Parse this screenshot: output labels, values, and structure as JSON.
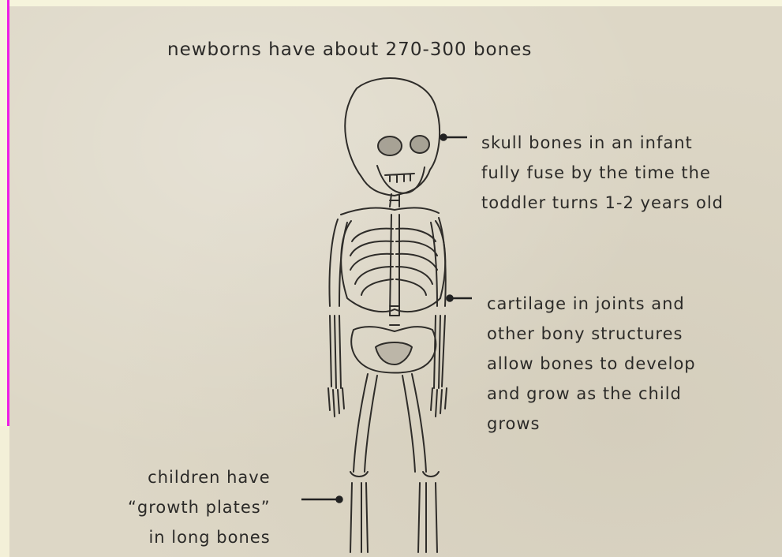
{
  "title": "newborns have about 270-300 bones",
  "annotations": {
    "skull": [
      "skull bones in an infant",
      "fully fuse by the time the",
      "toddler turns 1-2 years old"
    ],
    "cartilage": [
      "cartilage in joints and",
      "other bony structures",
      "allow bones to develop",
      "and grow as the child",
      "grows"
    ],
    "growth_plates": [
      "children have",
      "“growth plates”",
      "in long bones"
    ]
  },
  "colors": {
    "paper": "#ddd7c6",
    "ink": "#2b2a28",
    "frame_accent": "#ee1ee6"
  },
  "icons": [
    "skeleton-illustration",
    "pointer-line-skull",
    "pointer-line-cartilage",
    "pointer-line-growth-plates"
  ]
}
